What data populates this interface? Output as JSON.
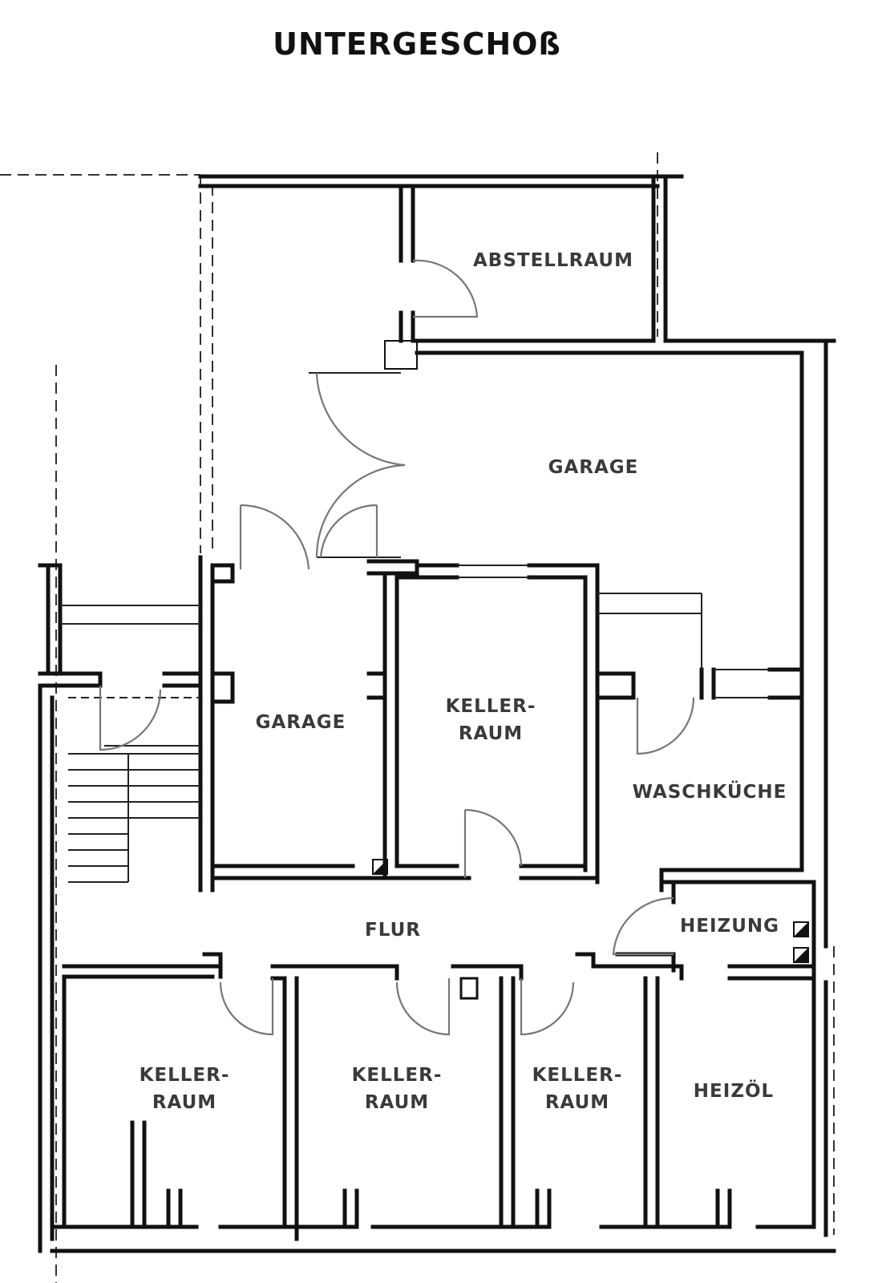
{
  "title": "UNTERGESCHOß",
  "rooms": {
    "abstellraum": "ABSTELLRAUM",
    "garage_large": "GARAGE",
    "garage_small": "GARAGE",
    "kellerraum_upper": {
      "line1": "KELLER-",
      "line2": "RAUM"
    },
    "waschkueche": "WASCHKÜCHE",
    "flur": "FLUR",
    "heizung": "HEIZUNG",
    "kellerraum_1": {
      "line1": "KELLER-",
      "line2": "RAUM"
    },
    "kellerraum_2": {
      "line1": "KELLER-",
      "line2": "RAUM"
    },
    "kellerraum_3": {
      "line1": "KELLER-",
      "line2": "RAUM"
    },
    "heizoel": "HEIZÖL"
  }
}
